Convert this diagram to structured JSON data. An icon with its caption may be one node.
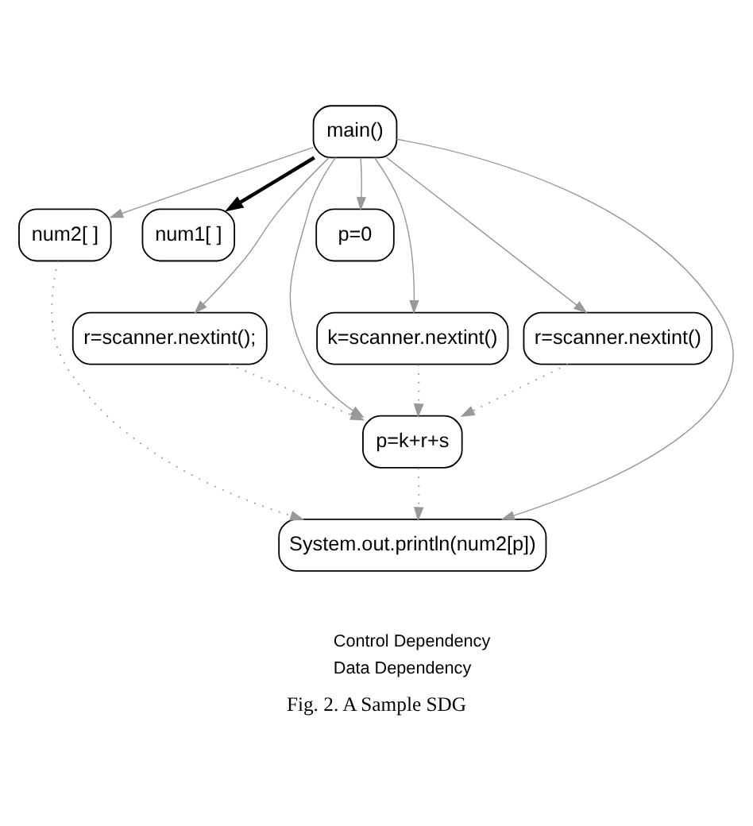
{
  "diagram": {
    "caption": "Fig. 2. A Sample SDG",
    "nodes": [
      {
        "text": [
          "main()"
        ]
      },
      {
        "text": [
          "p=0"
        ]
      },
      {
        "text": [
          "num1[ ]"
        ]
      },
      {
        "text": [
          "num2[ ]"
        ]
      },
      {
        "text": [
          "k=scanner.nextint()"
        ]
      },
      {
        "text": [
          "r=scanner.nextint()"
        ]
      },
      {
        "text": [
          "r=scanner.nextint();"
        ]
      },
      {
        "text": [
          "p=k+r+s"
        ]
      },
      {
        "text": [
          "System.out.println(num2[p])"
        ]
      }
    ],
    "edges": [
      {
        "from": 0,
        "to": 1,
        "arrow": "to"
      },
      {
        "from": 0,
        "to": 2,
        "arrow": "to",
        "style": "thick",
        "color": "#000000"
      },
      {
        "from": 0,
        "to": 3,
        "arrow": "to"
      },
      {
        "from": 0,
        "to": 4,
        "arrow": "to"
      },
      {
        "from": 0,
        "to": 5,
        "arrow": "to"
      },
      {
        "from": 0,
        "to": 6,
        "arrow": "to"
      },
      {
        "from": 0,
        "to": 7,
        "arrow": "to"
      },
      {
        "from": 0,
        "to": 8,
        "arrow": "to"
      },
      {
        "from": 4,
        "to": 7,
        "arrow": "to",
        "style": "dashed"
      },
      {
        "from": 5,
        "to": 7,
        "arrow": "to",
        "style": "dashed"
      },
      {
        "from": 6,
        "to": 7,
        "arrow": "to",
        "style": "dashed"
      },
      {
        "from": 7,
        "to": 8,
        "arrow": "to",
        "style": "dashed"
      },
      {
        "from": 3,
        "to": 8,
        "arrow": "to",
        "style": "dashed"
      }
    ],
    "legend": [
      {
        "text": "Control Dependency"
      },
      {
        "text": "Data Dependency"
      }
    ]
  }
}
